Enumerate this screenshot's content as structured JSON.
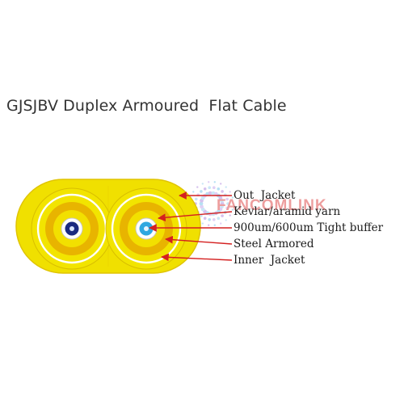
{
  "title": "GJSJBV Duplex Armoured  Flat Cable",
  "watermark": "FANCOMLINK",
  "callouts": [
    {
      "label": "Out  Jacket"
    },
    {
      "label": "Kevlar/aramid yarn"
    },
    {
      "label": "900um/600um Tight buffer"
    },
    {
      "label": "Steel Armored"
    },
    {
      "label": "Inner  Jacket"
    }
  ],
  "colors": {
    "jacket": "#f0e000",
    "jacket_edge": "#e0c400",
    "kevlar": "#e8b400",
    "armor_ring": "#ffffff",
    "buffer": "#2fa7e0",
    "fiber_core": "#1a2a80",
    "arrow": "#d42020",
    "watermark": "#e05050"
  }
}
